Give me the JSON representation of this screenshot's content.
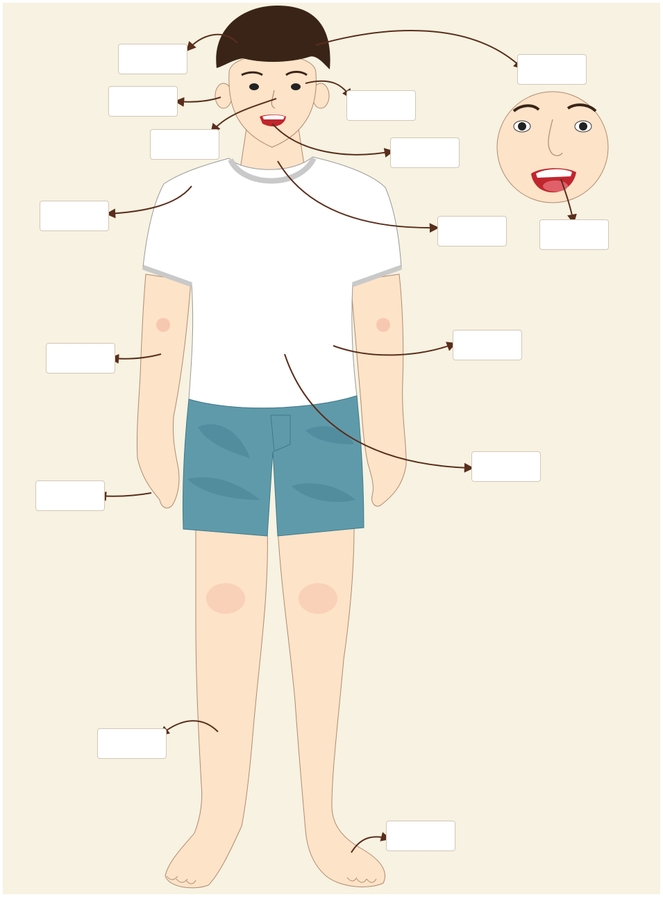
{
  "diagram": {
    "labels": [
      {
        "id": "hair",
        "text": ""
      },
      {
        "id": "forehead",
        "text": ""
      },
      {
        "id": "ear",
        "text": ""
      },
      {
        "id": "eye",
        "text": ""
      },
      {
        "id": "nose",
        "text": ""
      },
      {
        "id": "mouth",
        "text": ""
      },
      {
        "id": "tooth",
        "text": ""
      },
      {
        "id": "tongue",
        "text": ""
      },
      {
        "id": "shoulder",
        "text": ""
      },
      {
        "id": "neck",
        "text": ""
      },
      {
        "id": "elbow",
        "text": ""
      },
      {
        "id": "belly",
        "text": ""
      },
      {
        "id": "hand",
        "text": ""
      },
      {
        "id": "hip",
        "text": ""
      },
      {
        "id": "leg",
        "text": ""
      },
      {
        "id": "foot",
        "text": ""
      }
    ]
  },
  "colors": {
    "background": "#f7f2e1",
    "skin": "#fde3c8",
    "hair": "#3a2418",
    "shirt": "#ffffff",
    "shorts": "#5f9aab",
    "arrow": "#5a2e1c"
  }
}
